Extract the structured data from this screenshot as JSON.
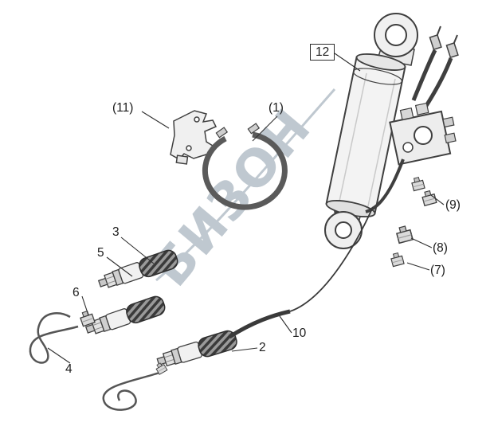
{
  "diagram": {
    "watermark": "БИЗОН",
    "callouts": [
      {
        "id": "11",
        "label": "(11)",
        "boxed": false
      },
      {
        "id": "1",
        "label": "(1)",
        "boxed": false
      },
      {
        "id": "12",
        "label": "12",
        "boxed": true
      },
      {
        "id": "3",
        "label": "3",
        "boxed": false
      },
      {
        "id": "5",
        "label": "5",
        "boxed": false
      },
      {
        "id": "6",
        "label": "6",
        "boxed": false
      },
      {
        "id": "4",
        "label": "4",
        "boxed": false
      },
      {
        "id": "2",
        "label": "2",
        "boxed": false
      },
      {
        "id": "10",
        "label": "10",
        "boxed": false
      },
      {
        "id": "9",
        "label": "(9)",
        "boxed": false
      },
      {
        "id": "8",
        "label": "(8)",
        "boxed": false
      },
      {
        "id": "7",
        "label": "(7)",
        "boxed": false
      }
    ],
    "colors": {
      "background": "#ffffff",
      "line": "#3f3f3f",
      "watermark": "#b9c3cb"
    }
  }
}
